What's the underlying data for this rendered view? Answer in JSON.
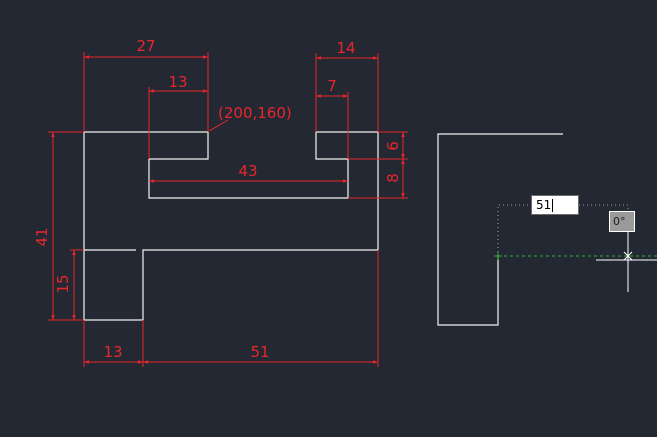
{
  "colors": {
    "background": "#232832",
    "geometry": "#f2f2f2",
    "dimension": "#e8262b",
    "tracking": "#2bb32b"
  },
  "dimensions": {
    "top_width": "27",
    "slot_width": "13",
    "coordinate": "(200,160)",
    "right_width": "14",
    "right_notch": "7",
    "inner_length": "43",
    "notch_depth": "6",
    "slot_depth": "8",
    "total_height": "41",
    "leg_height": "15",
    "leg_width": "13",
    "bottom_length": "51"
  },
  "dynamic_input": {
    "length_value": "51",
    "angle_value": "0°"
  }
}
